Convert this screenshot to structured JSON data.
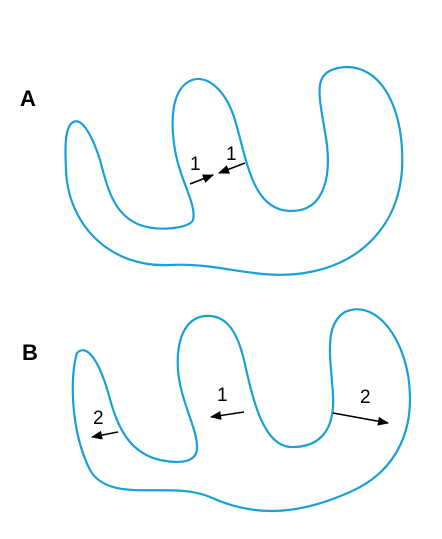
{
  "colors": {
    "outline": "#1a9fd8",
    "arrow": "#000000",
    "text": "#000000"
  },
  "panels": [
    {
      "label": "A",
      "arrows": [
        {
          "label": "1"
        },
        {
          "label": "1"
        }
      ]
    },
    {
      "label": "B",
      "arrows": [
        {
          "label": "2"
        },
        {
          "label": "1"
        },
        {
          "label": "2"
        }
      ]
    }
  ]
}
